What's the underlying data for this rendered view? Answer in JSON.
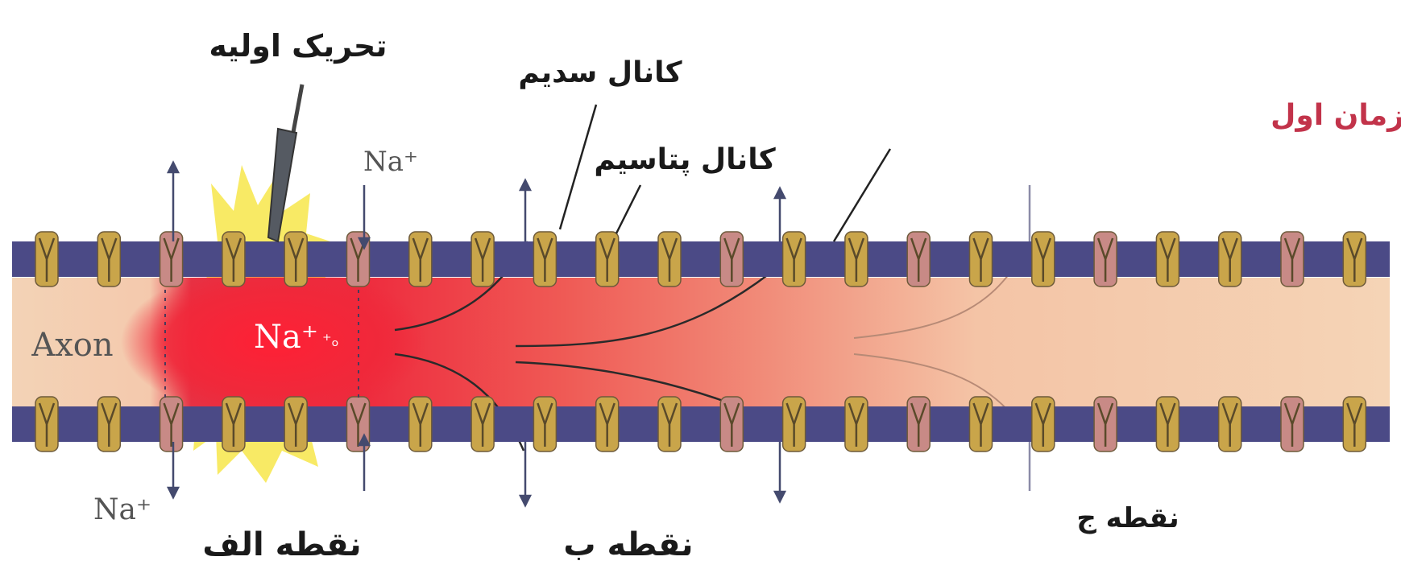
{
  "diagram": {
    "labels": {
      "initial_stimulus": "تحریک اولیه",
      "sodium_channel": "کانال سدیم",
      "potassium_channel": "کانال پتاسیم",
      "first_time": "زمان اول",
      "axon": "Axon",
      "na_top": "Na⁺",
      "na_inside": "Na⁺",
      "na_bottom": "Na⁺",
      "point_a": "نقطه الف",
      "point_b": "نقطه ب",
      "point_c": "نقطه ج"
    },
    "colors": {
      "membrane": "#4b4a86",
      "channel_sodium": "#c9a54a",
      "channel_potassium": "#c88a86",
      "axon_fill": "#f5d2b2",
      "depolarized": "#ec2c3e",
      "stimulus_flash": "#f7e64a"
    }
  }
}
